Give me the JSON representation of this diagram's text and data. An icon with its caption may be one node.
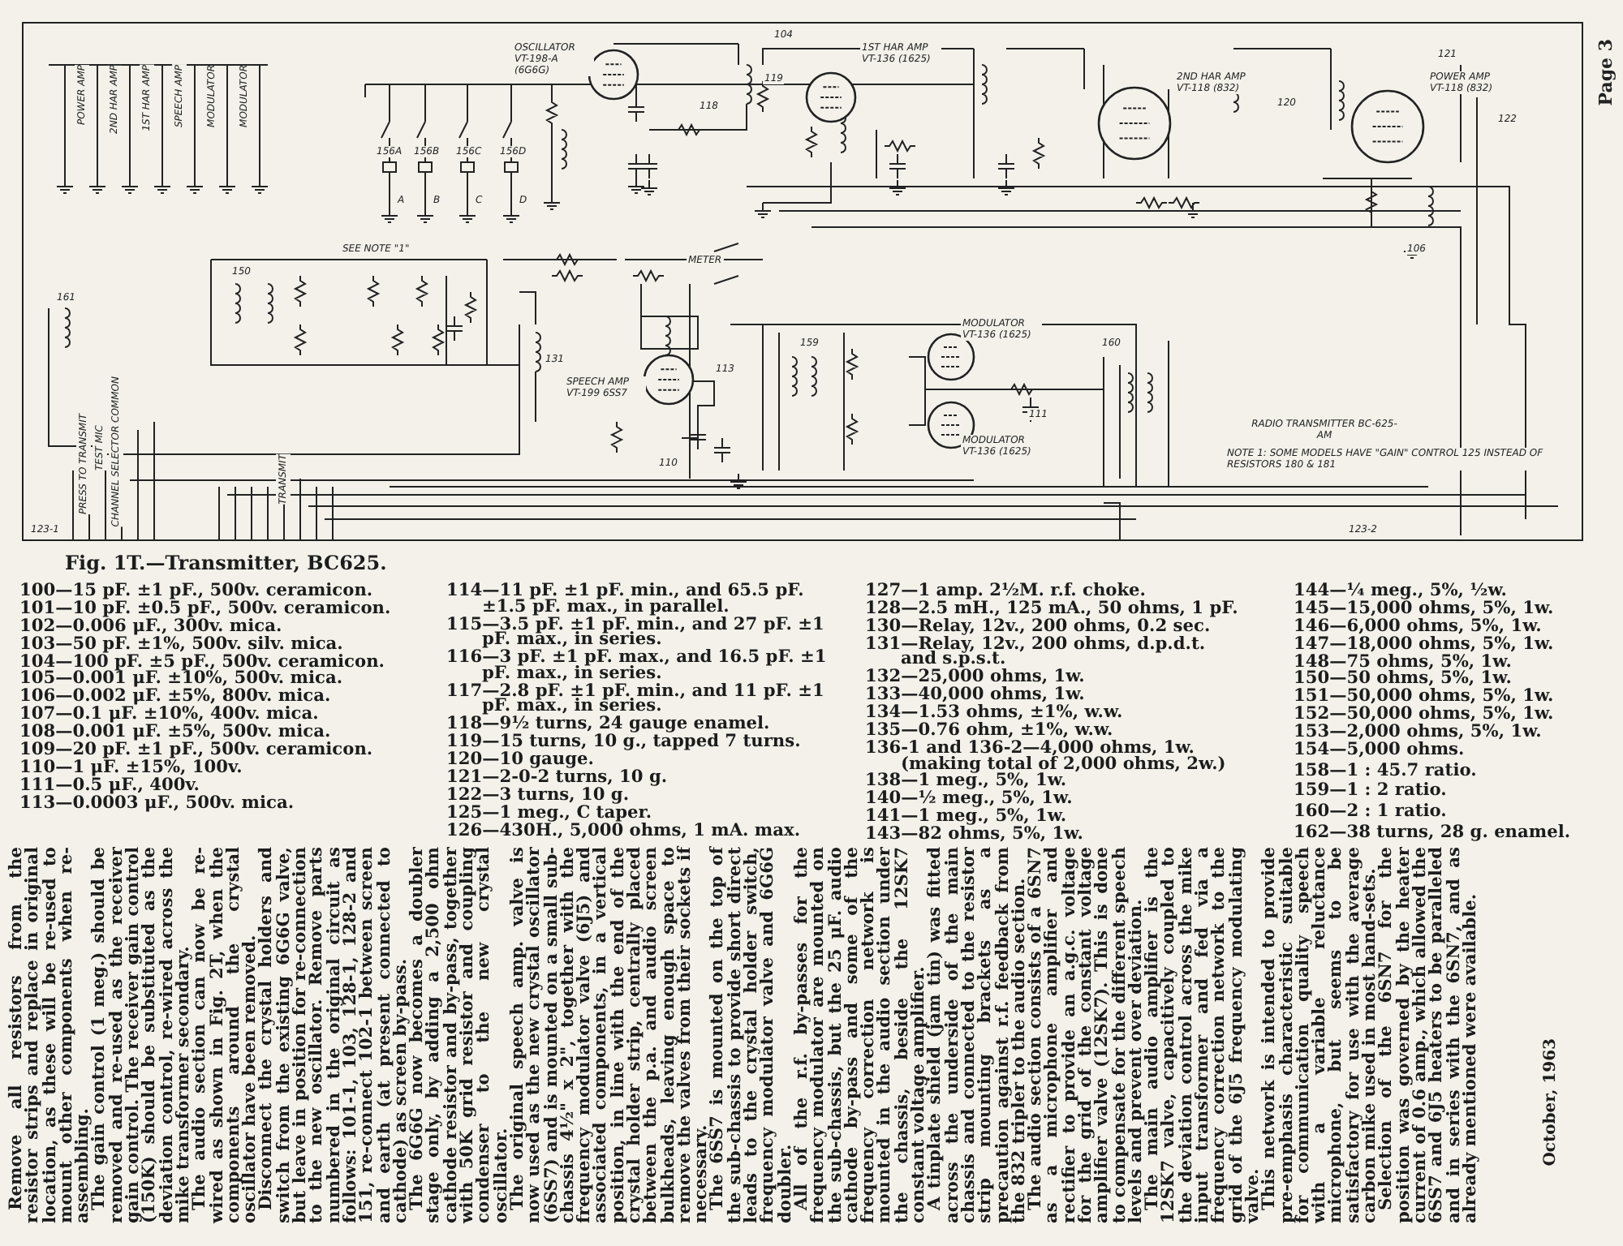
{
  "diagram": {
    "title": "Fig. 1T.—Transmitter, BC625.",
    "nodes": [
      {
        "text": [],
        "shape": "circle",
        "beside": [
          "OSCILLATOR VT-198-A (6G6G)"
        ]
      },
      {
        "text": [],
        "shape": "circle",
        "beside": [
          "1ST HAR AMP VT-136 (1625)"
        ]
      },
      {
        "text": [],
        "shape": "circle",
        "beside": [
          "2ND HAR AMP VT-118 (832)"
        ]
      },
      {
        "text": [],
        "shape": "circle",
        "beside": [
          "POWER AMP VT-118 (832)"
        ]
      },
      {
        "text": [],
        "shape": "circle",
        "beside": [
          "SPEECH AMP VT-199 6SS7"
        ]
      },
      {
        "text": [],
        "shape": "circle",
        "beside": [
          "MODULATOR VT-136 (1625)"
        ]
      },
      {
        "text": [],
        "shape": "circle",
        "beside": [
          "MODULATOR VT-136 (1625)"
        ]
      }
    ],
    "labels": [
      "POWER AMP",
      "2ND HAR AMP",
      "1ST HAR AMP",
      "SPEECH AMP",
      "MODULATOR",
      "MODULATOR",
      "156A",
      "156B",
      "156C",
      "156D",
      "A",
      "B",
      "C",
      "D",
      "SEE NOTE \"1\"",
      "METER",
      "161",
      "131",
      "150",
      "159",
      "160",
      "111",
      "113",
      "110",
      "106",
      "121",
      "122",
      "120",
      "118",
      "119",
      "104",
      "PRESS TO TRANSMIT",
      "TEST MIC",
      "CHANNEL SELECTOR COMMON",
      "TRANSMIT",
      "123-1",
      "123-2",
      "RADIO TRANSMITTER BC-625-AM",
      "NOTE 1: SOME MODELS HAVE \"GAIN\" CONTROL 125 INSTEAD OF RESISTORS 180 & 181",
      "Page 3",
      "100—15 pF. ±1 pF., 500v. ceramicon.",
      "101—10 pF. ±0.5 pF., 500v. ceramicon.",
      "102—0.006 μF., 300v. mica.",
      "103—50 pF. ±1%, 500v. silv. mica.",
      "104—100 pF. ±5 pF., 500v. ceramicon.",
      "105—0.001 μF. ±10%, 500v. mica.",
      "106—0.002 μF. ±5%, 800v. mica.",
      "107—0.1 μF. ±10%, 400v. mica.",
      "108—0.001 μF. ±5%, 500v. mica.",
      "109—20 pF. ±1 pF., 500v. ceramicon.",
      "110—1 μF. ±15%, 100v.",
      "111—0.5 μF., 400v.",
      "113—0.0003 μF., 500v. mica.",
      "114—11 pF. ±1 pF. min., and 65.5 pF. ±1.5 pF. max., in parallel.",
      "115—3.5 pF. ±1 pF. min., and 27 pF. ±1 pF. max., in series.",
      "116—3 pF. ±1 pF. max., and 16.5 pF. ±1 pF. max., in series.",
      "117—2.8 pF. ±1 pF. min., and 11 pF. ±1 pF. max., in series.",
      "118—9½ turns, 24 gauge enamel.",
      "119—15 turns, 10 g., tapped 7 turns.",
      "120—10 gauge.",
      "121—2-0-2 turns, 10 g.",
      "122—3 turns, 10 g.",
      "125—1 meg., C taper.",
      "126—430H., 5,000 ohms, 1 mA. max.",
      "127—1 amp. 2½M. r.f. choke.",
      "128—2.5 mH., 125 mA., 50 ohms, 1 pF.",
      "130—Relay, 12v., 200 ohms, 0.2 sec.",
      "131—Relay, 12v., 200 ohms, d.p.d.t. and s.p.s.t.",
      "132—25,000 ohms, 1w.",
      "133—40,000 ohms, 1w.",
      "134—1.53 ohms, ±1%, w.w.",
      "135—0.76 ohm, ±1%, w.w.",
      "136-1 and 136-2—4,000 ohms, 1w. (making total of 2,000 ohms, 2w.)",
      "138—1 meg., 5%, 1w.",
      "140—½ meg., 5%, 1w.",
      "141—1 meg., 5%, 1w.",
      "143—82 ohms, 5%, 1w.",
      "144—¼ meg., 5%, ½w.",
      "145—15,000 ohms, 5%, 1w.",
      "146—6,000 ohms, 5%, 1w.",
      "147—18,000 ohms, 5%, 1w.",
      "148—75 ohms, 5%, 1w.",
      "150—50 ohms, 5%, 1w.",
      "151—50,000 ohms, 5%, 1w.",
      "152—50,000 ohms, 5%, 1w.",
      "153—2,000 ohms, 5%, 1w.",
      "154—5,000 ohms.",
      "158—1 : 45.7 ratio.",
      "159—1 : 2 ratio.",
      "160—2 : 1 ratio.",
      "162—38 turns, 28 g. enamel.",
      "Remove all resistors from the resistor strips and replace in original location, as these will be re-used to mount other components when re-assembling.",
      "The gain control (1 meg.) should be removed and re-used as the receiver gain control. The receiver gain control (150K) should be substituted as the deviation control, re-wired across the mike transformer secondary.",
      "The audio section can now be re-wired as shown in Fig. 2T, when the components around the crystal oscillator have been removed.",
      "Disconnect the crystal holders and switch from the existing 6G6G valve, but leave in position for re-connection to the new oscillator. Remove parts numbered in the original circuit as follows: 101-1, 103, 128-1, 128-2 and 151, re-connect 102-1 between screen and earth (at present connected to cathode) as screen by-pass.",
      "The 6G6G now becomes a doubler stage only, by adding a 2,500 ohm cathode resistor and by-pass, together with 50K grid resistor and coupling condenser to the new crystal oscillator.",
      "The original speech amp. valve is now used as the new crystal oscillator (6SS7) and is mounted on a small sub-chassis 4½\" x 2\", together with the frequency modulator valve (6J5) and associated components, in a vertical position, in line with the end of the crystal holder strip, centrally placed between the p.a. and audio screen bulkheads, leaving enough space to remove the valves from their sockets if necessary.",
      "The 6SS7 is mounted on the top of the sub-chassis to provide short direct leads to the crystal holder switch, frequency modulator valve and 6G6G doubler.",
      "All of the r.f. by-passes for the frequency modulator are mounted on the sub-chassis, but the 25 μF. audio cathode by-pass and some of the frequency correction network is mounted in the audio section under the chassis, beside the 12SK7 constant voltage amplifier.",
      "A tinplate shield (jam tin) was fitted across the underside of the main chassis and connected to the resistor strip mounting brackets as a precaution against r.f. feedback from the 832 tripler to the audio section.",
      "The audio section consists of a 6SN7 as a microphone amplifier and rectifier to provide an a.g.c. voltage for the grid of the constant voltage amplifier valve (12SK7). This is done to compensate for the different speech levels and prevent over deviation.",
      "The main audio amplifier is the 12SK7 valve, capacitively coupled to the deviation control across the mike input transformer and fed via a frequency correction network to the grid of the 6J5 frequency modulating valve.",
      "This network is intended to provide pre-emphasis characteristic suitable for communication quality speech with a variable reluctance microphone, but seems to be satisfactory for use with the average carbon mike used in most hand-sets.",
      "Selection of the 6SN7 for the position was governed by the heater current of 0.6 amp., which allowed the 6SS7 and 6J5 heaters to be paralleled and in series with the 6SN7, and as already mentioned were available.",
      "October, 1963"
    ]
  }
}
